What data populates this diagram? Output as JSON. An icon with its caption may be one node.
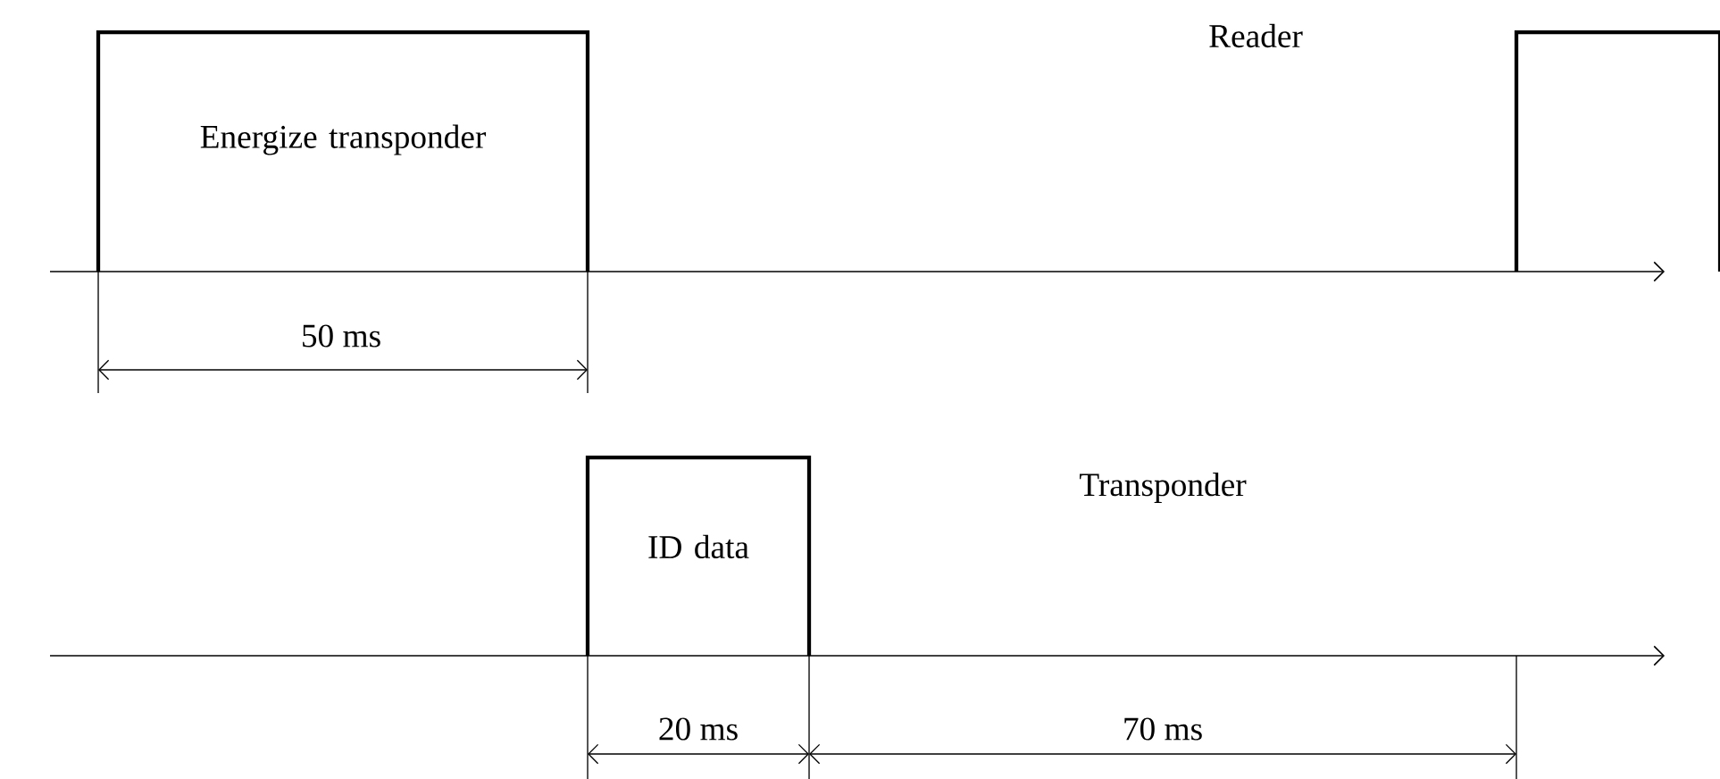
{
  "diagram": {
    "nodes": [
      {
        "text": [
          "Energize transponder"
        ]
      },
      {
        "text": [],
        "shape": "box"
      },
      {
        "text": [
          "ID data"
        ]
      }
    ],
    "labels": [
      "Reader",
      "50 ms",
      "Transponder",
      "20 ms",
      "70 ms"
    ]
  }
}
